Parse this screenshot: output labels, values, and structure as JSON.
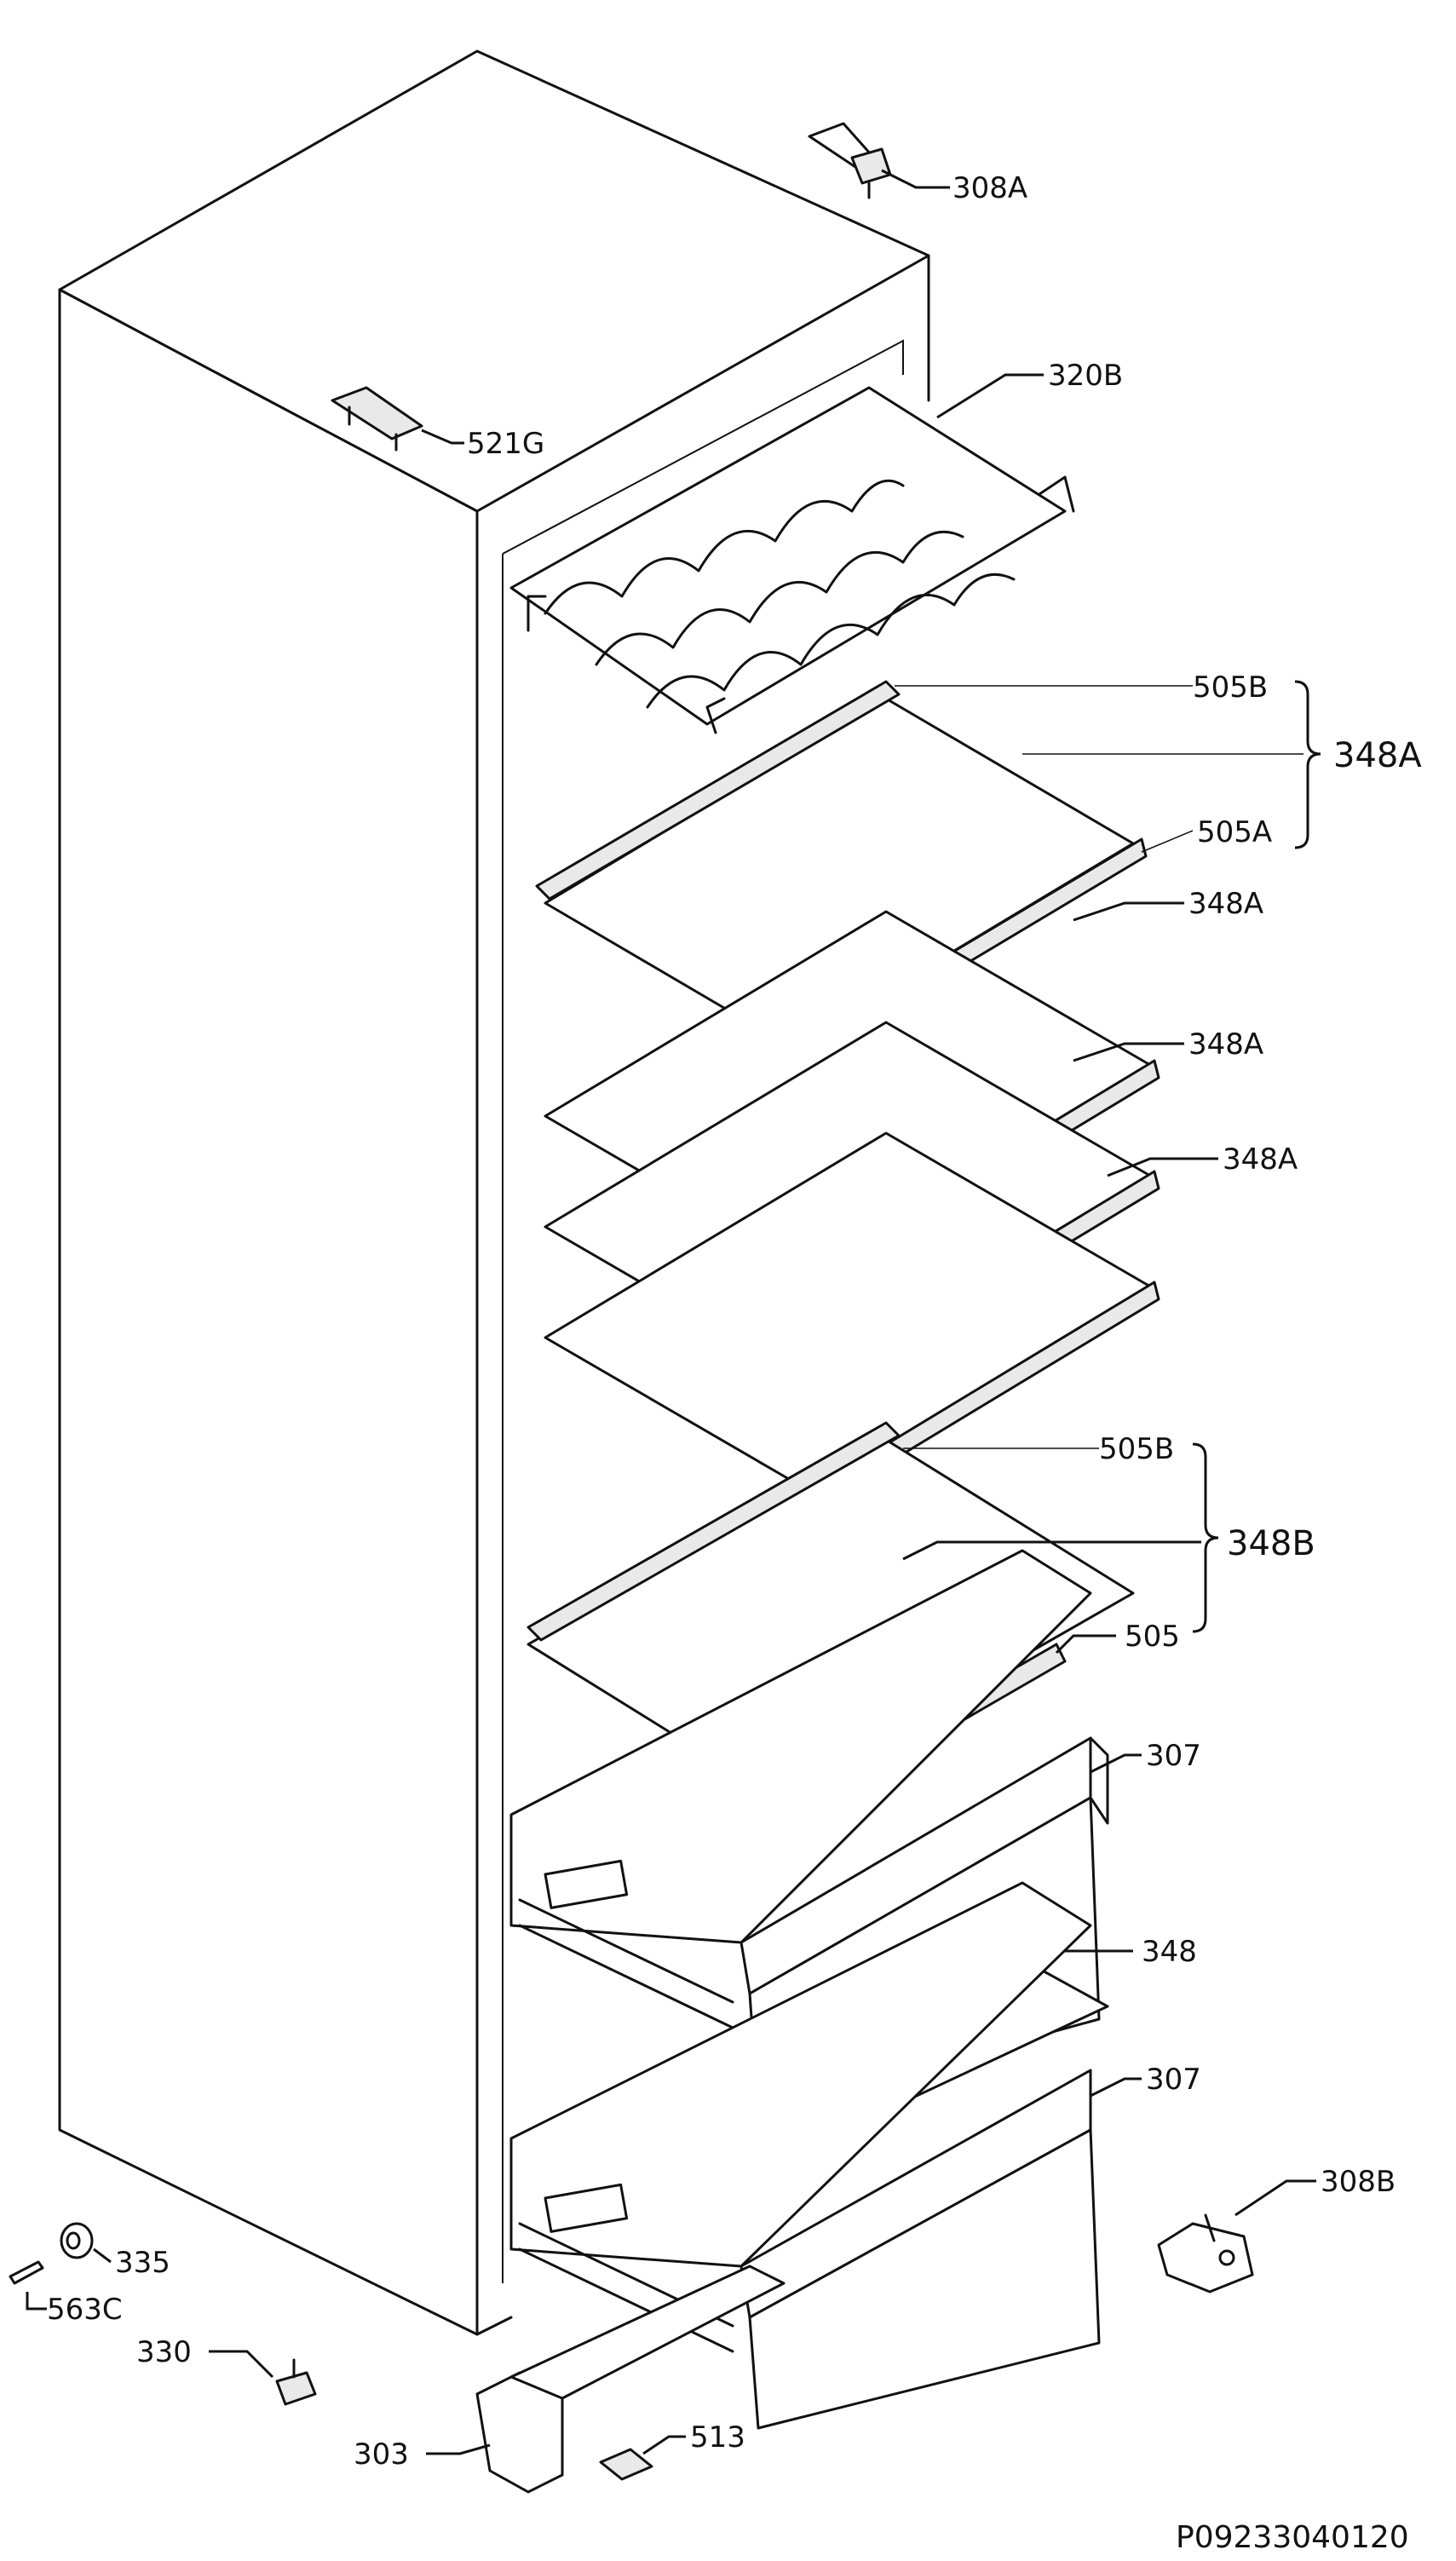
{
  "diagram": {
    "drawing_code": "P09233040120",
    "labels": {
      "hinge_top": "308A",
      "wine_rack": "320B",
      "cover_top": "521G",
      "shelf_trim_b_1": "505B",
      "shelf_set_a": "348A",
      "shelf_trim_a": "505A",
      "glass_shelf_1": "348A",
      "glass_shelf_2": "348A",
      "glass_shelf_3": "348A",
      "shelf_trim_b_2": "505B",
      "shelf_set_b": "348B",
      "shelf_trim": "505",
      "drawer_1": "307",
      "drawer_cover": "348",
      "drawer_2": "307",
      "hinge_bottom": "308B",
      "bushing": "335",
      "pin": "563C",
      "foot": "330",
      "plinth": "303",
      "clip": "513"
    }
  }
}
